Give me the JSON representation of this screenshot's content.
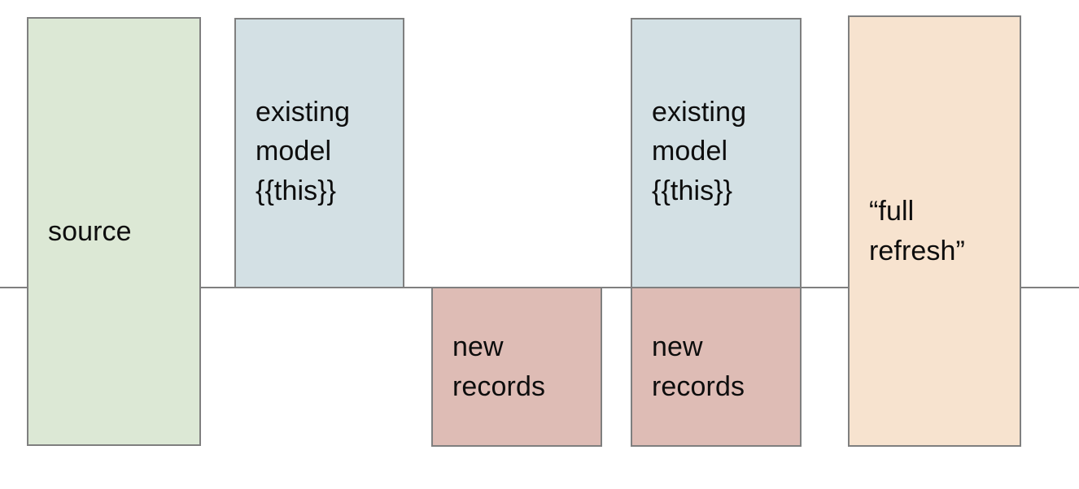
{
  "diagram": {
    "title": "dbt incremental model full refresh diagram",
    "baseline": {
      "name": "horizontal-divider"
    },
    "colors": {
      "source_fill": "#dce8d5",
      "model_fill": "#d3e0e4",
      "new_records_fill": "#debcb5",
      "full_refresh_fill": "#f7e3cf",
      "border": "#7f7f7f",
      "text": "#0d0d0d",
      "background": "#ffffff"
    },
    "boxes": [
      {
        "id": "source",
        "label": "source",
        "fill": "#dce8d5",
        "spans_baseline": true
      },
      {
        "id": "existing-model-1",
        "label": "existing\nmodel\n{{this}}",
        "fill": "#d3e0e4",
        "spans_baseline": false
      },
      {
        "id": "new-records-1",
        "label": "new\nrecords",
        "fill": "#debcb5",
        "spans_baseline": false
      },
      {
        "id": "existing-model-2",
        "label": "existing\nmodel\n{{this}}",
        "fill": "#d3e0e4",
        "spans_baseline": false
      },
      {
        "id": "new-records-2",
        "label": "new\nrecords",
        "fill": "#debcb5",
        "spans_baseline": false
      },
      {
        "id": "full-refresh",
        "label": "“full\nrefresh”",
        "fill": "#f7e3cf",
        "spans_baseline": true
      }
    ]
  }
}
